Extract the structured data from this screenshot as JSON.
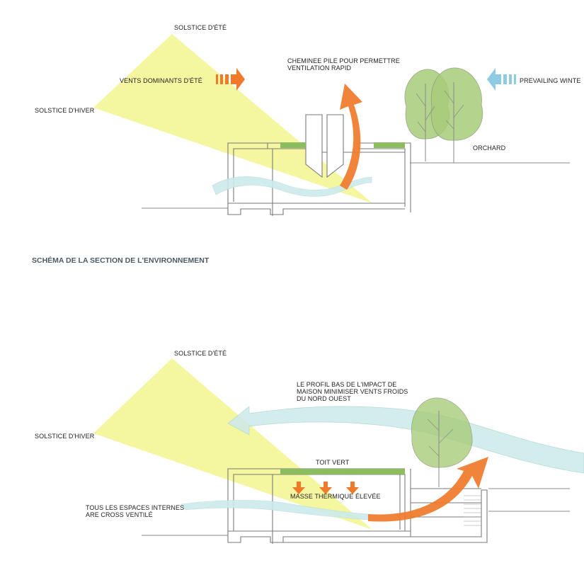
{
  "colors": {
    "sun_wedge": "#f3f58f",
    "wind_warm": "#f07a2a",
    "wind_cool": "#cdeaea",
    "cold_arrow": "#8fcbe4",
    "green_roof": "#8bbd5f",
    "tree_fill": "#a8cc7a"
  },
  "section_title": "SCHÉMA DE LA SECTION DE L'ENVIRONNEMENT",
  "top_diagram": {
    "summer_solstice": "SOLSTICE D'ÉTÉ",
    "winter_solstice": "SOLSTICE D'HIVER",
    "summer_winds": "VENTS DOMINANTS D'ÉTÉ",
    "chimney_line1": "CHEMINEE PILE POUR PERMETTRE",
    "chimney_line2": "VENTILATION RAPID",
    "winter_winds": "PREVAILING WINTE",
    "orchard": "ORCHARD"
  },
  "bottom_diagram": {
    "summer_solstice": "SOLSTICE D'ÉTÉ",
    "winter_solstice": "SOLSTICE D'HIVER",
    "low_profile_line1": "LE PROFIL BAS DE L'IMPACT DE",
    "low_profile_line2": "MAISON MINIMISER VENTS FROIDS",
    "low_profile_line3": "DU NORD OUEST",
    "green_roof": "TOIT VERT",
    "thermal_mass": "MASSE THERMIQUE ÉLEVÉE",
    "cross_vent_line1": "TOUS LES ESPACES INTERNES",
    "cross_vent_line2": "ARE CROSS VENTILÉ"
  }
}
